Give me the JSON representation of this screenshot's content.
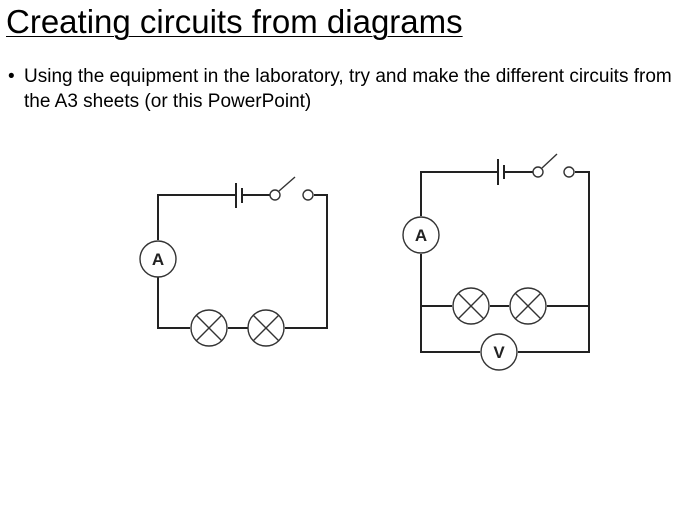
{
  "slide": {
    "title": "Creating circuits from diagrams",
    "bullets": [
      {
        "marker": "•",
        "text": "Using the equipment in the laboratory, try and make the different circuits from the A3 sheets (or this PowerPoint)"
      }
    ]
  },
  "diagrams": [
    {
      "description_components": [
        "cell",
        "switch",
        "ammeter",
        "lamp",
        "lamp"
      ],
      "ammeter_label": "A"
    },
    {
      "description_components": [
        "cell",
        "switch",
        "ammeter",
        "lamp",
        "lamp",
        "voltmeter"
      ],
      "ammeter_label": "A",
      "voltmeter_label": "V"
    }
  ],
  "colors": {
    "wire": "#222222",
    "text": "#000000",
    "background": "#ffffff"
  }
}
